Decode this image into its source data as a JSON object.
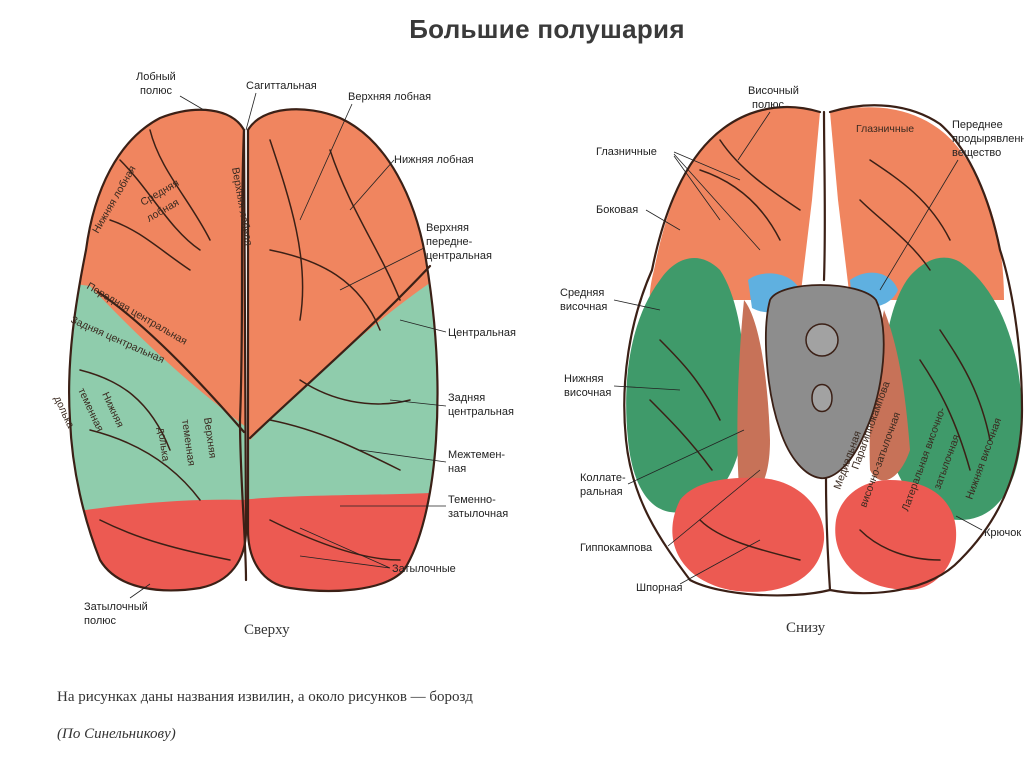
{
  "title": "Большие полушария",
  "colors": {
    "frontal": "#f0855f",
    "parietal": "#8fccac",
    "occipital": "#ec5a52",
    "temporal": "#3f9a6a",
    "limbic": "#c77258",
    "brainstem": "#8d8d8d",
    "perforated": "#5fb0e0",
    "outline": "#3b2016"
  },
  "top_view": {
    "caption": "Сверху",
    "labels": {
      "frontal_pole_1": "Лобный",
      "frontal_pole_2": "полюс",
      "sagittal": "Сагиттальная",
      "superior_frontal": "Верхняя лобная",
      "inferior_frontal": "Нижняя лобная",
      "superior_precentral_1": "Верхняя",
      "superior_precentral_2": "передне-",
      "superior_precentral_3": "центральная",
      "central": "Центральная",
      "postcentral_1": "Задняя",
      "postcentral_2": "центральная",
      "intraparietal_1": "Межтемен-",
      "intraparietal_2": "ная",
      "parietooccipital_1": "Теменно-",
      "parietooccipital_2": "затылочная",
      "occipital": "Затылочные",
      "occipital_pole_1": "Затылочный",
      "occipital_pole_2": "полюс"
    },
    "inline": {
      "inferior_frontal_gyrus": "Нижняя лобная",
      "middle_frontal_gyrus_1": "Средняя",
      "middle_frontal_gyrus_2": "лобная",
      "superior_frontal_gyrus": "Верхняя лобная",
      "precentral_gyrus": "Передняя центральная",
      "postcentral_gyrus": "Задняя центральная",
      "inferior_parietal_1": "Нижняя",
      "inferior_parietal_2": "теменная",
      "inferior_parietal_3": "долька",
      "superior_parietal_1": "Верхняя",
      "superior_parietal_2": "теменная",
      "superior_parietal_3": "долька"
    }
  },
  "bottom_view": {
    "caption": "Снизу",
    "labels": {
      "temporal_pole_1": "Височный",
      "temporal_pole_2": "полюс",
      "orbital": "Глазничные",
      "lateral": "Боковая",
      "middle_temporal_1": "Средняя",
      "middle_temporal_2": "височная",
      "inferior_temporal_1": "Нижняя",
      "inferior_temporal_2": "височная",
      "collateral_1": "Коллате-",
      "collateral_2": "ральная",
      "hippocampal": "Гиппокампова",
      "calcarine": "Шпорная",
      "anterior_perforated_1": "Переднее",
      "anterior_perforated_2": "продырявленное",
      "anterior_perforated_3": "вещество",
      "uncus": "Крючок"
    },
    "inline": {
      "orbital_gyri": "Глазничные",
      "parahippocampal": "Парагиппокампова",
      "medial_occipitotemporal_1": "Медиальная",
      "medial_occipitotemporal_2": "височно-затылочная",
      "lateral_occipitotemporal_1": "Латеральная височно-",
      "lateral_occipitotemporal_2": "затылочная",
      "inferior_temporal_gyrus": "Нижняя височная"
    }
  },
  "footnote": "На рисунках даны названия извилин, а около рисунков — борозд",
  "source": "(По Синельникову)"
}
